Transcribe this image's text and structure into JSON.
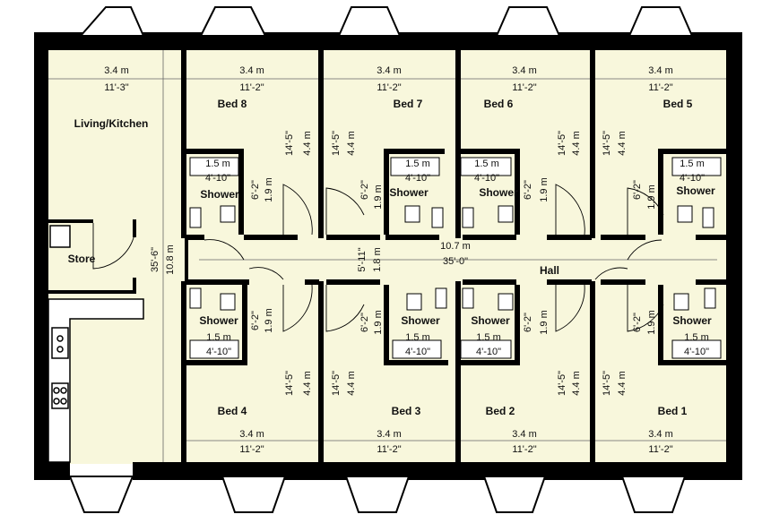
{
  "rooms": {
    "living_kitchen": "Living/Kitchen",
    "store": "Store",
    "hall": "Hall",
    "beds": [
      "Bed 8",
      "Bed 7",
      "Bed 6",
      "Bed 5",
      "Bed 4",
      "Bed 3",
      "Bed 2",
      "Bed 1"
    ],
    "shower": "Shower"
  },
  "dims": {
    "room_w_m": "3.4 m",
    "living_w_ft": "11'-3\"",
    "bed_w_ft": "11'-2\"",
    "bed_d_m": "4.4 m",
    "bed_d_ft": "14'-5\"",
    "shower_w_m": "1.5 m",
    "shower_w_ft": "4'-10\"",
    "shower_d_m": "1.9 m",
    "shower_d_ft": "6'-2\"",
    "hall_len_m": "10.7 m",
    "hall_len_ft": "35'-0\"",
    "hall_w_m": "1.8 m",
    "hall_w_ft": "5'-11\"",
    "living_len_m": "10.8 m",
    "living_len_ft": "35'-6\""
  },
  "colors": {
    "floor": "#f8f7dc",
    "wall": "#000000",
    "fixture": "#ffffff"
  }
}
